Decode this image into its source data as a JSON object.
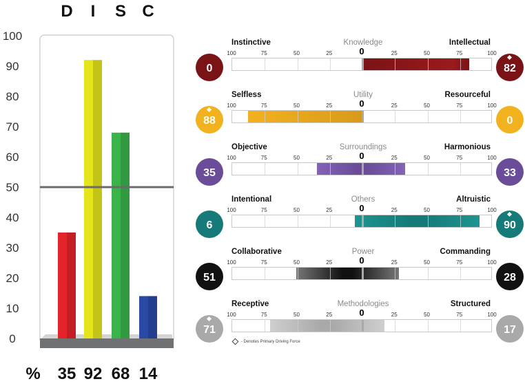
{
  "chart_data": [
    {
      "type": "bar",
      "categories": [
        "D",
        "I",
        "S",
        "C"
      ],
      "values": [
        35,
        92,
        68,
        14
      ],
      "colors": [
        "#e4242b",
        "#e5e51c",
        "#3ab34a",
        "#2a49a5"
      ],
      "ylim": [
        0,
        100
      ],
      "yticks": [
        "0",
        "10",
        "20",
        "30",
        "40",
        "50",
        "60",
        "70",
        "80",
        "90",
        "100"
      ],
      "reference_line": 50,
      "footer": {
        "symbol": "%",
        "values": [
          "35",
          "92",
          "68",
          "14"
        ]
      }
    },
    {
      "type": "bar",
      "orientation": "horizontal-diverging",
      "scale_ticks": [
        "100",
        "75",
        "50",
        "25",
        "0",
        "25",
        "50",
        "75",
        "100"
      ],
      "rows": [
        {
          "left_label": "Instinctive",
          "center_label": "Knowledge",
          "right_label": "Intellectual",
          "left_value": 0,
          "right_value": 82,
          "primary": "right",
          "color": "#7a1315",
          "color_light": "#9a1a1d",
          "left_circle": "0",
          "right_circle": "82"
        },
        {
          "left_label": "Selfless",
          "center_label": "Utility",
          "right_label": "Resourceful",
          "left_value": 88,
          "right_value": 0,
          "primary": "left",
          "color": "#f2b21f",
          "color_light": "#d89a1a",
          "left_circle": "88",
          "right_circle": "0"
        },
        {
          "left_label": "Objective",
          "center_label": "Surroundings",
          "right_label": "Harmonious",
          "left_value": 35,
          "right_value": 33,
          "primary": "none",
          "color": "#6a4c98",
          "color_light": "#8463b8",
          "left_circle": "35",
          "right_circle": "33"
        },
        {
          "left_label": "Intentional",
          "center_label": "Others",
          "right_label": "Altruistic",
          "left_value": 6,
          "right_value": 90,
          "primary": "right",
          "color": "#157a78",
          "color_light": "#1d9590",
          "left_circle": "6",
          "right_circle": "90"
        },
        {
          "left_label": "Collaborative",
          "center_label": "Power",
          "right_label": "Commanding",
          "left_value": 51,
          "right_value": 28,
          "primary": "none",
          "color": "#111111",
          "color_light": "#777777",
          "left_circle": "51",
          "right_circle": "28"
        },
        {
          "left_label": "Receptive",
          "center_label": "Methodologies",
          "right_label": "Structured",
          "left_value": 71,
          "right_value": 17,
          "primary": "left",
          "color": "#a9a9a9",
          "color_light": "#cfcfcf",
          "left_circle": "71",
          "right_circle": "17"
        }
      ],
      "legend_note": "- Denotes Primary Driving Force"
    }
  ]
}
